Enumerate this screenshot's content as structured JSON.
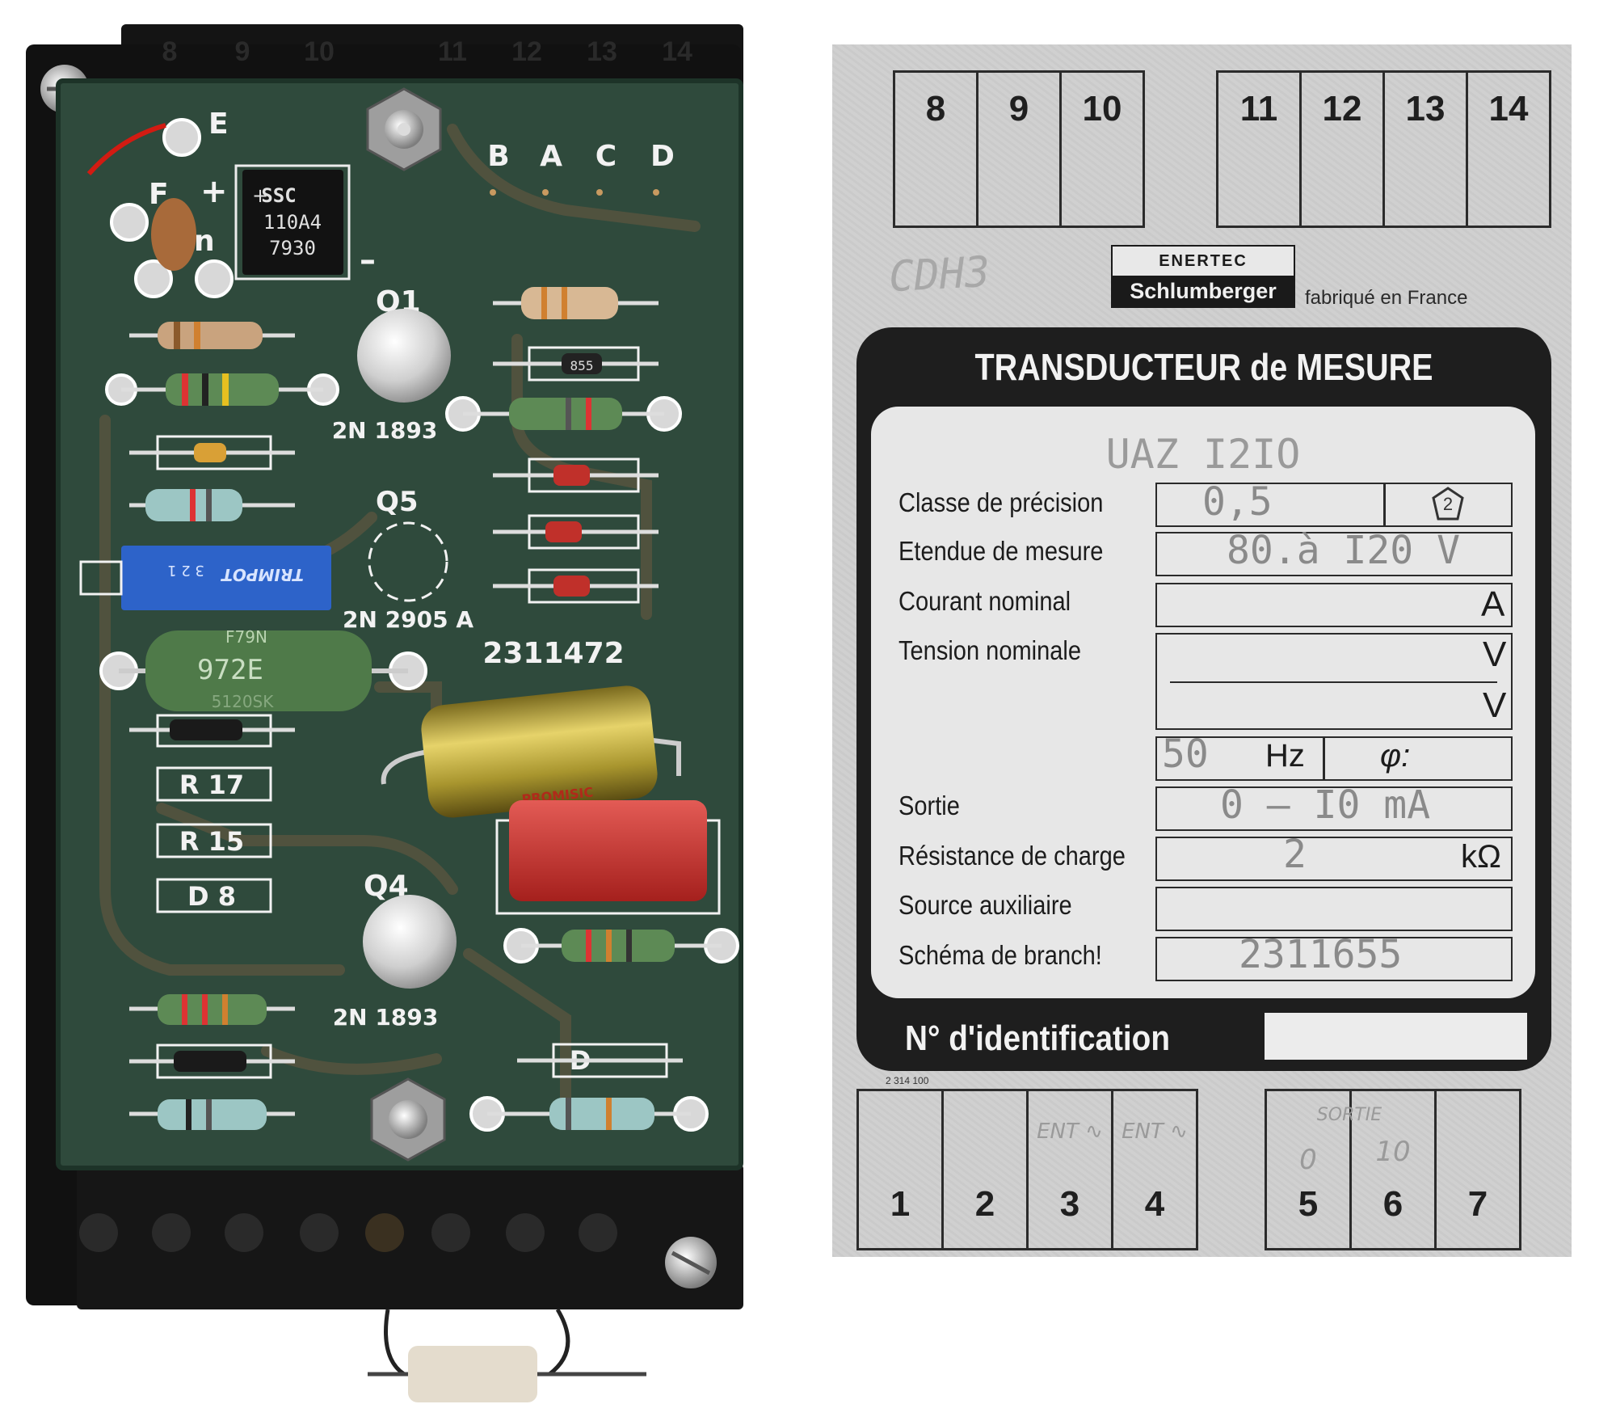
{
  "pcb": {
    "top_terminals": [
      "8",
      "9",
      "10",
      "11",
      "12",
      "13",
      "14"
    ],
    "silk": {
      "e": "E",
      "f": "F",
      "plus": "+",
      "n": "n",
      "minus": "–",
      "jumpers": [
        "B",
        "A",
        "C",
        "D"
      ],
      "q1": "Q1",
      "q1_part": "2N 1893",
      "q5": "Q5",
      "q5_part": "2N 2905 A",
      "board_number": "2311472",
      "q4": "Q4",
      "q4_part": "2N 1893",
      "r17": "R 17",
      "r15": "R 15",
      "d8": "D 8",
      "d": "D"
    },
    "bridge_rectifier": {
      "brand": "SSC",
      "line1": "110A4",
      "line2": "7930"
    },
    "trimmer": {
      "brand": "TRIMPOT",
      "marks": "3 2 1"
    },
    "green_resistor": {
      "line1": "F79N",
      "line2": "972E",
      "line3": "5120SK"
    },
    "capacitor_brand": "PROMISIC",
    "zener_mark": "855",
    "colors": {
      "pcb": "#2f4a3c",
      "trace": "#6b5a40",
      "silk": "#f2f2f2",
      "base": "#151515"
    }
  },
  "label": {
    "top_terminals": [
      "8",
      "9",
      "10",
      "11",
      "12",
      "13",
      "14"
    ],
    "handwritten_code": "CDH3",
    "brand_top": "ENERTEC",
    "brand_bottom": "Schlumberger",
    "made_in": "fabriqué en France",
    "title": "TRANSDUCTEUR de MESURE",
    "model": "UAZ I2IO",
    "rows": {
      "precision": {
        "label": "Classe de précision",
        "value": "0,5",
        "symbol": "2"
      },
      "range": {
        "label": "Etendue de mesure",
        "value": "80.à I20 V"
      },
      "current": {
        "label": "Courant nominal",
        "unit": "A"
      },
      "voltage": {
        "label": "Tension nominale",
        "unit_1": "V",
        "unit_2": "V"
      },
      "frequency": {
        "value": "50",
        "unit": "Hz",
        "phi": "φ:"
      },
      "output": {
        "label": "Sortie",
        "value": "0 – I0 mA"
      },
      "load": {
        "label": "Résistance de charge",
        "value": "2",
        "unit": "kΩ"
      },
      "aux": {
        "label": "Source auxiliaire"
      },
      "scheme": {
        "label": "Schéma de branch!",
        "value": "2311655"
      }
    },
    "id_label": "N° d'identification",
    "small_print": "2 314 100",
    "bottom_terminals": [
      "1",
      "2",
      "3",
      "4",
      "5",
      "6",
      "7"
    ],
    "bottom_notes": {
      "t3": "ENT ∿",
      "t4": "ENT ∿",
      "sortie": "SORTIE",
      "t5": "0",
      "t6": "10"
    }
  }
}
